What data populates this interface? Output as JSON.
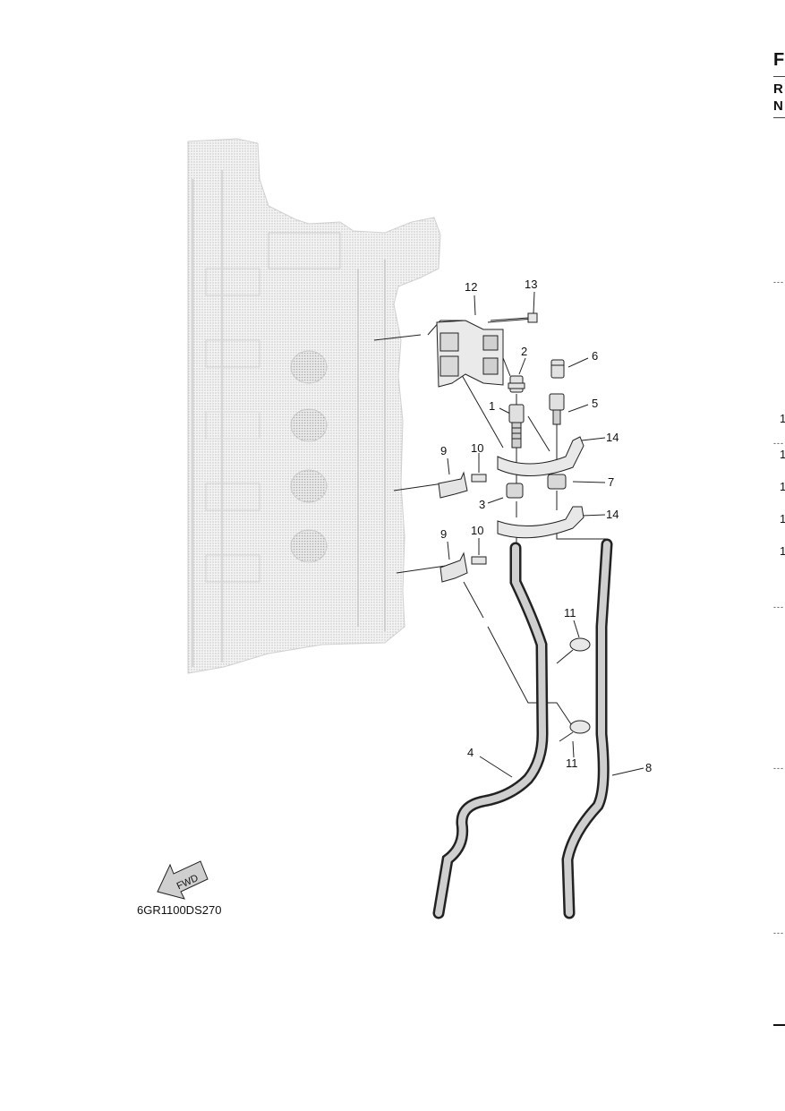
{
  "diagram": {
    "figure_code": "6GR1100DS270",
    "fwd_arrow_label": "FWD",
    "callouts": [
      {
        "id": "c1",
        "text": "1"
      },
      {
        "id": "c2",
        "text": "2"
      },
      {
        "id": "c3",
        "text": "3"
      },
      {
        "id": "c4",
        "text": "4"
      },
      {
        "id": "c5",
        "text": "5"
      },
      {
        "id": "c6",
        "text": "6"
      },
      {
        "id": "c7",
        "text": "7"
      },
      {
        "id": "c8",
        "text": "8"
      },
      {
        "id": "c9a",
        "text": "9"
      },
      {
        "id": "c9b",
        "text": "9"
      },
      {
        "id": "c10a",
        "text": "10"
      },
      {
        "id": "c10b",
        "text": "10"
      },
      {
        "id": "c11a",
        "text": "11"
      },
      {
        "id": "c11b",
        "text": "11"
      },
      {
        "id": "c12",
        "text": "12"
      },
      {
        "id": "c13",
        "text": "13"
      },
      {
        "id": "c14a",
        "text": "14"
      },
      {
        "id": "c14b",
        "text": "14"
      }
    ]
  },
  "right_edge": {
    "letters": [
      "F",
      "R",
      "N"
    ],
    "numbers": [
      "1",
      "1",
      "1",
      "1",
      "1"
    ]
  }
}
